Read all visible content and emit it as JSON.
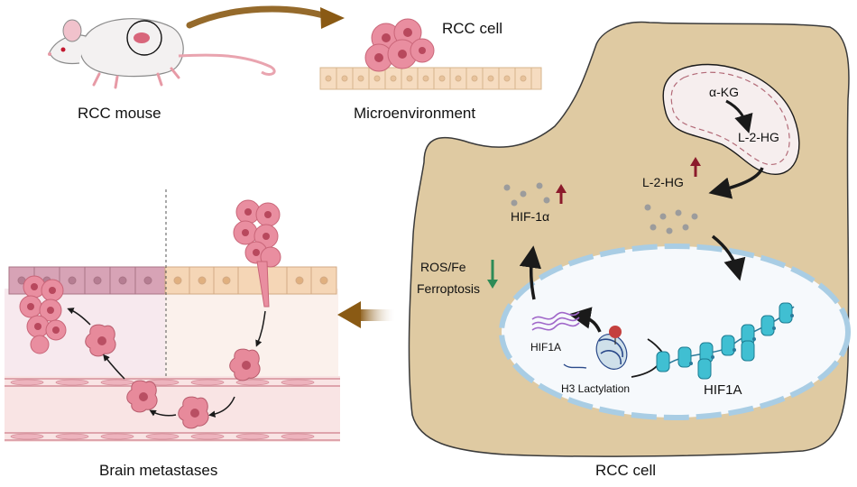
{
  "labels": {
    "rcc_mouse": "RCC mouse",
    "rcc_cell_top": "RCC cell",
    "microenvironment": "Microenvironment",
    "brain_metastases": "Brain metastases",
    "rcc_cell_bottom": "RCC cell",
    "alpha_kg": "α-KG",
    "l2hg_mito": "L-2-HG",
    "l2hg_cyto": "L-2-HG",
    "hif1a_protein": "HIF-1α",
    "ros_fe": "ROS/Fe",
    "ferroptosis": "Ferroptosis",
    "hif1a_mrna": "HIF1A",
    "h3_lactylation": "H3 Lactylation",
    "hif1a_gene": "HIF1A"
  },
  "colors": {
    "cell_body": "#dfcaa2",
    "cell_outline": "#3a3a3a",
    "nucleus": "#f5f8fb",
    "nucleus_border": "#a9cde4",
    "tumor_pink": "#e07d8e",
    "up_arrow": "#8b1a2b",
    "down_arrow": "#2e8b57",
    "big_arrow": "#9b6a1c",
    "chromatin": "#2bb3c7",
    "mrna": "#a067c9"
  },
  "icons": [
    "mouse-illustration",
    "mitochondrion",
    "nucleus",
    "chromatin-fiber",
    "nucleosome",
    "mrna-strand",
    "tumor-cluster",
    "blood-vessel"
  ]
}
